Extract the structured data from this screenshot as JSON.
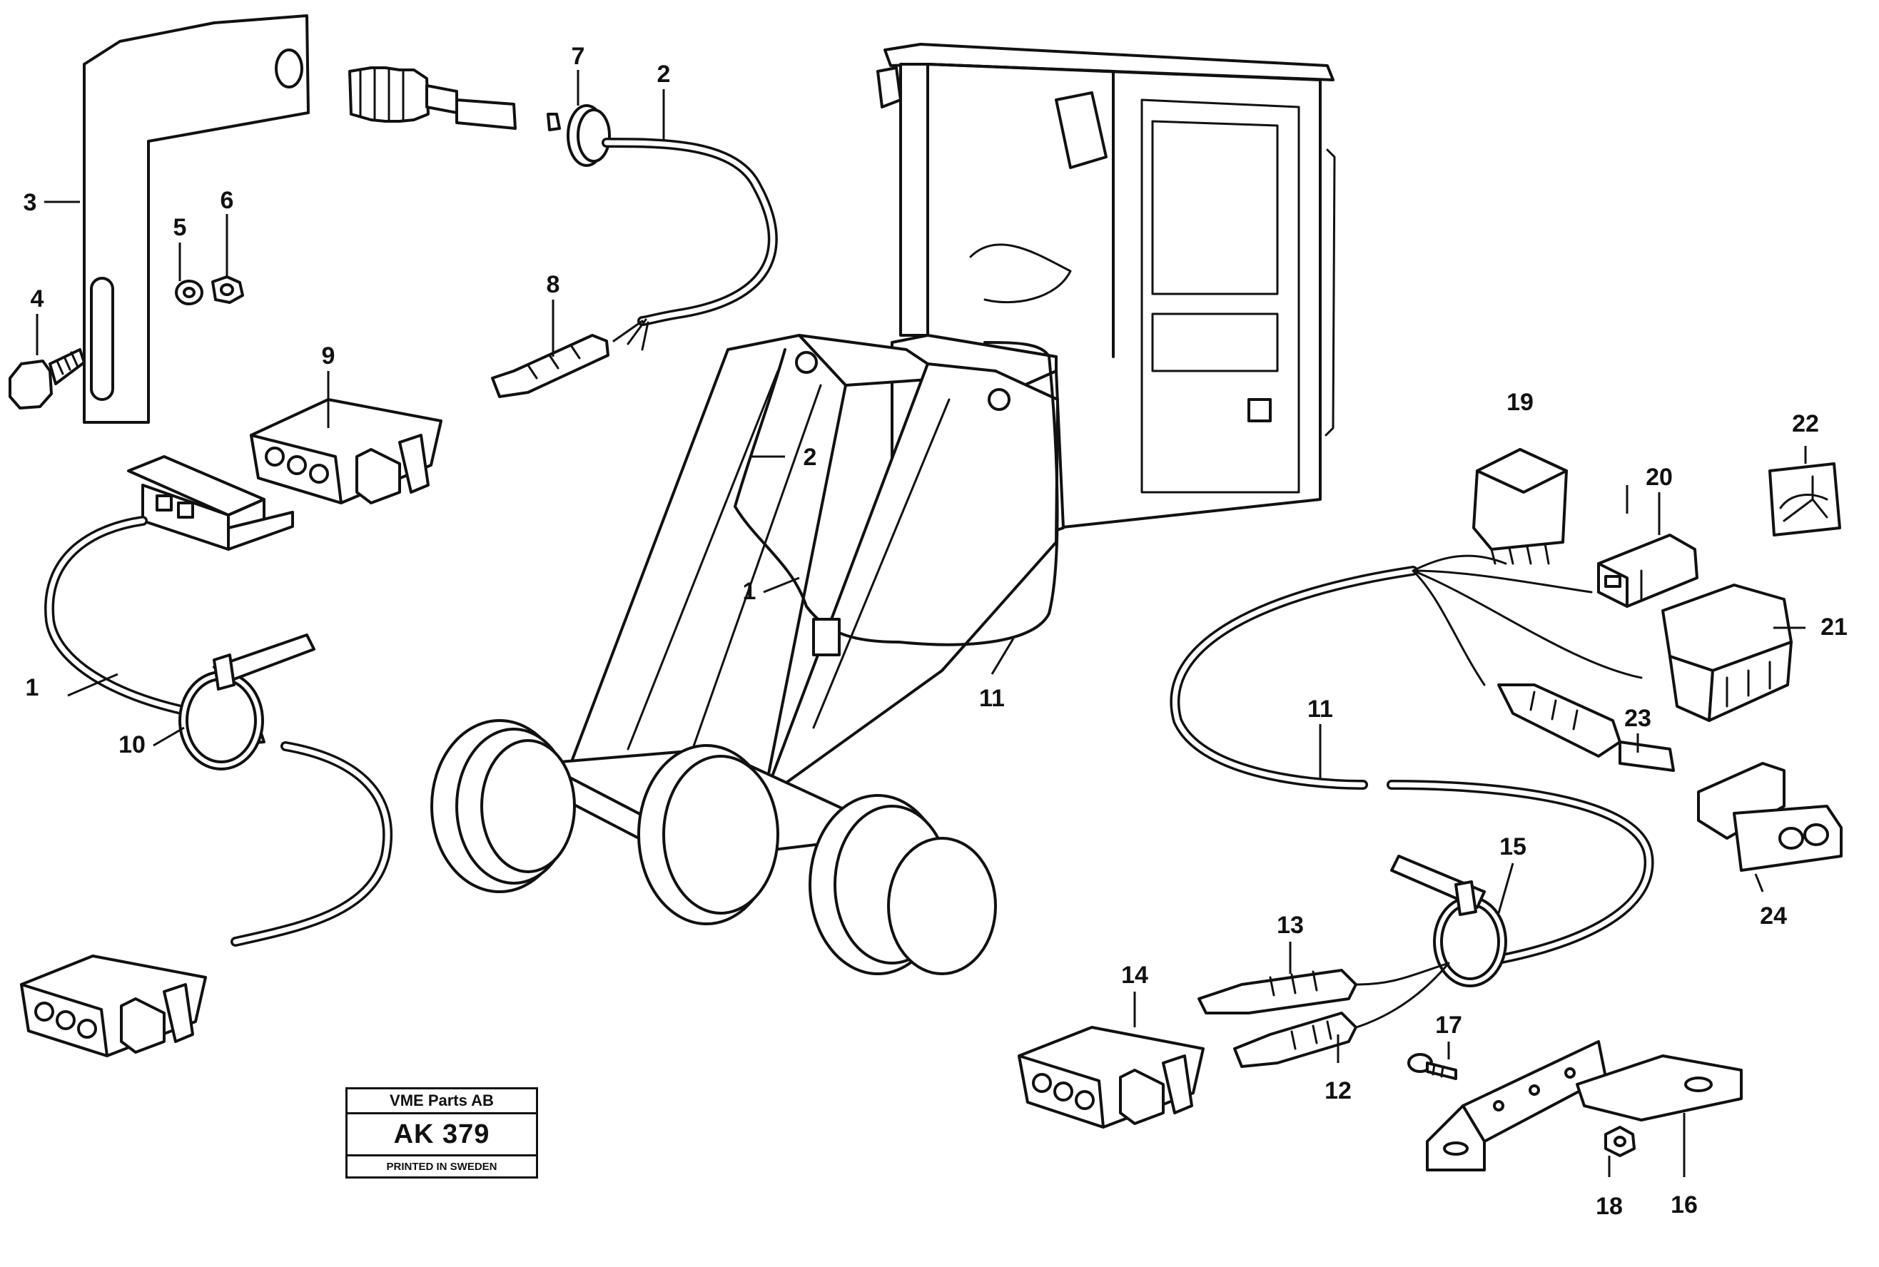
{
  "callouts": [
    {
      "id": "c1a",
      "text": "1"
    },
    {
      "id": "c1b",
      "text": "1"
    },
    {
      "id": "c2a",
      "text": "2"
    },
    {
      "id": "c2b",
      "text": "2"
    },
    {
      "id": "c3",
      "text": "3"
    },
    {
      "id": "c4",
      "text": "4"
    },
    {
      "id": "c5",
      "text": "5"
    },
    {
      "id": "c6",
      "text": "6"
    },
    {
      "id": "c7",
      "text": "7"
    },
    {
      "id": "c8",
      "text": "8"
    },
    {
      "id": "c9",
      "text": "9"
    },
    {
      "id": "c10",
      "text": "10"
    },
    {
      "id": "c11a",
      "text": "11"
    },
    {
      "id": "c11b",
      "text": "11"
    },
    {
      "id": "c12",
      "text": "12"
    },
    {
      "id": "c13",
      "text": "13"
    },
    {
      "id": "c14",
      "text": "14"
    },
    {
      "id": "c15",
      "text": "15"
    },
    {
      "id": "c16",
      "text": "16"
    },
    {
      "id": "c17",
      "text": "17"
    },
    {
      "id": "c18",
      "text": "18"
    },
    {
      "id": "c19",
      "text": "19"
    },
    {
      "id": "c20",
      "text": "20"
    },
    {
      "id": "c21",
      "text": "21"
    },
    {
      "id": "c22",
      "text": "22"
    },
    {
      "id": "c23",
      "text": "23"
    },
    {
      "id": "c24",
      "text": "24"
    }
  ],
  "stamp": {
    "company": "VME Parts AB",
    "code": "AK 379",
    "printed": "PRINTED IN SWEDEN"
  }
}
